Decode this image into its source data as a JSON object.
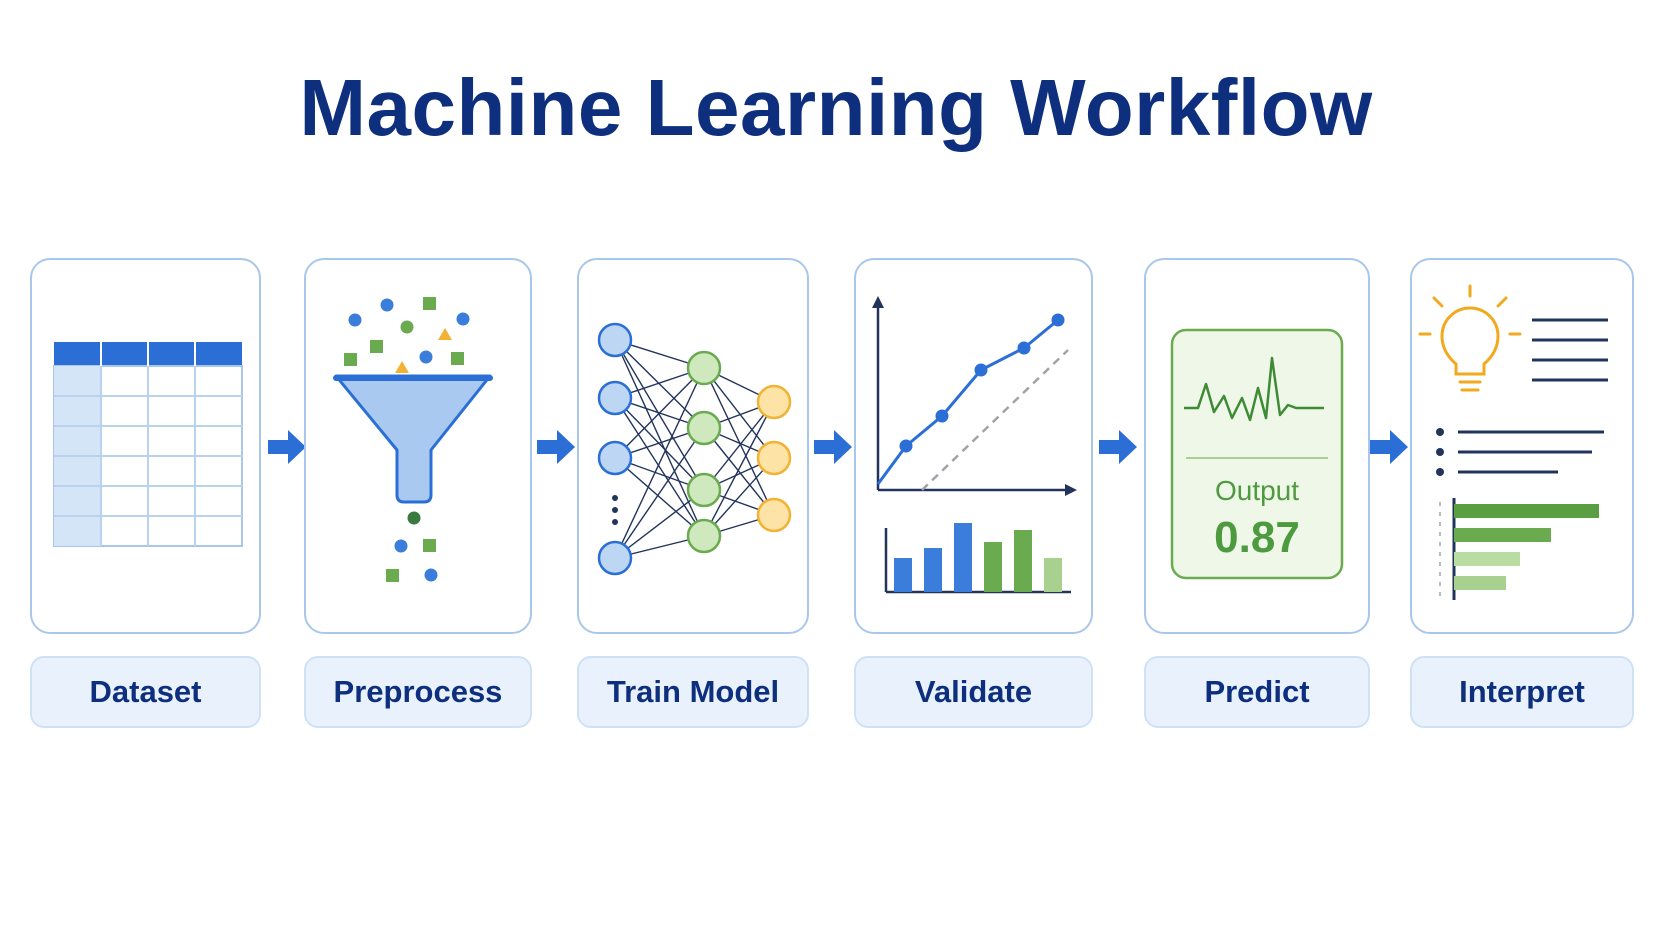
{
  "title": "Machine Learning Workflow",
  "steps": [
    {
      "label": "Dataset",
      "icon": "table-icon"
    },
    {
      "label": "Preprocess",
      "icon": "funnel-icon"
    },
    {
      "label": "Train Model",
      "icon": "neural-network-icon"
    },
    {
      "label": "Validate",
      "icon": "line-and-bar-chart-icon"
    },
    {
      "label": "Predict",
      "icon": "output-monitor-icon"
    },
    {
      "label": "Interpret",
      "icon": "lightbulb-report-icon"
    }
  ],
  "predict": {
    "output_label": "Output",
    "output_value": "0.87"
  },
  "colors": {
    "title": "#0d2f7e",
    "primary_blue": "#2b6fd6",
    "light_blue": "#a9c9f0",
    "green": "#6aab4f",
    "light_green": "#a8d18f",
    "orange": "#f2b233",
    "card_border": "#a9c7ea",
    "label_bg": "#e9f2fc"
  }
}
